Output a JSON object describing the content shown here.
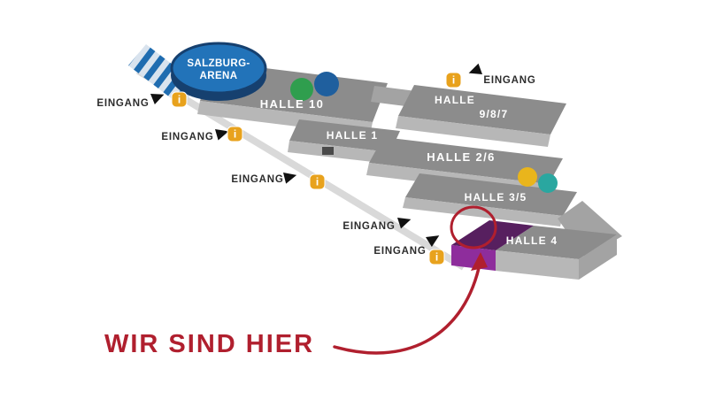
{
  "arena": {
    "label_line1": "SALZBURG-",
    "label_line2": "ARENA"
  },
  "halls": {
    "halle10": {
      "label": "HALLE 10"
    },
    "halle1": {
      "label": "HALLE 1"
    },
    "halle987": {
      "label_line1": "HALLE",
      "label_line2": "9/8/7"
    },
    "halle26": {
      "label": "HALLE 2/6"
    },
    "halle35": {
      "label": "HALLE 3/5"
    },
    "halle4": {
      "label": "HALLE 4"
    }
  },
  "entrances": [
    {
      "label": "EINGANG"
    },
    {
      "label": "EINGANG"
    },
    {
      "label": "EINGANG"
    },
    {
      "label": "EINGANG"
    },
    {
      "label": "EINGANG"
    },
    {
      "label": "EINGANG"
    }
  ],
  "info_icon": {
    "glyph": "i"
  },
  "marker": {
    "label": "WIR SIND HIER"
  },
  "colors": {
    "accent_red": "#b01f2e",
    "arena_blue": "#2273b9",
    "arena_blue_dark": "#16406f",
    "hall_top_gray": "#8c8c8c",
    "hall_front_gray": "#b7b7b7",
    "hall_end_gray": "#a3a3a3",
    "walkway_gray": "#d9d9d9",
    "door_dark": "#4a4a4a",
    "purple_top": "#571f5f",
    "purple_front": "#8e2d9c",
    "info_gold": "#e8a21d",
    "arrow_black": "#111111",
    "dot_green": "#2f9e4e",
    "dot_blue": "#1f5f9e",
    "dot_yellow": "#e9b51c",
    "dot_teal": "#2aa7a0",
    "ramp_blue": "#1f6cb0",
    "ramp_light": "#d9e3ee"
  }
}
